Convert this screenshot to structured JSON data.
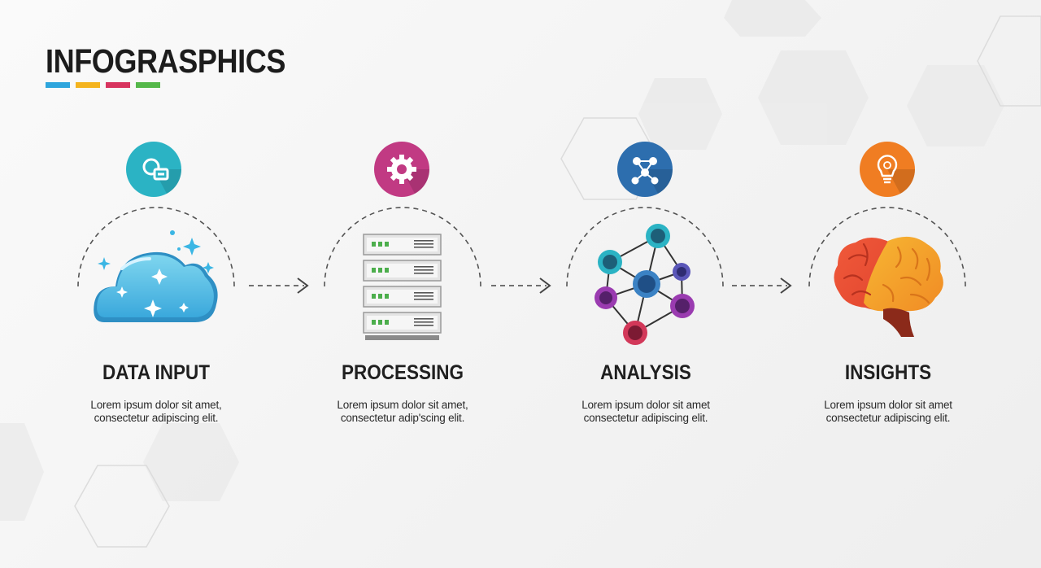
{
  "header": {
    "title": "INFOGRASPHICS",
    "underline_colors": [
      "#2ea6dd",
      "#f4b41e",
      "#d8345f",
      "#55b84a"
    ]
  },
  "steps": [
    {
      "title": "DATA INPUT",
      "desc_line1": "Lorem ipsum dolor sit amet,",
      "desc_line2": "consectetur adipiscing elit.",
      "badge_color": "#2bb3c4",
      "badge_icon": "gear-dashboard-icon",
      "illustration": "cloud-icon"
    },
    {
      "title": "PROCESSING",
      "desc_line1": "Lorem ipsum dolor sit amet,",
      "desc_line2": "consectetur adip'scing elit.",
      "badge_color": "#c13a83",
      "badge_icon": "gear-icon",
      "illustration": "server-rack-icon"
    },
    {
      "title": "ANALYSIS",
      "desc_line1": "Lorem ipsum dolor sit amet",
      "desc_line2": "consectetur adipiscing elit.",
      "badge_color": "#2d6eae",
      "badge_icon": "network-nodes-icon",
      "illustration": "node-graph-icon"
    },
    {
      "title": "INSIGHTS",
      "desc_line1": "Lorem ipsum dolor sit amet",
      "desc_line2": "consectetur adipiscing elit.",
      "badge_color": "#f07d22",
      "badge_icon": "lightbulb-icon",
      "illustration": "brain-icon"
    }
  ]
}
